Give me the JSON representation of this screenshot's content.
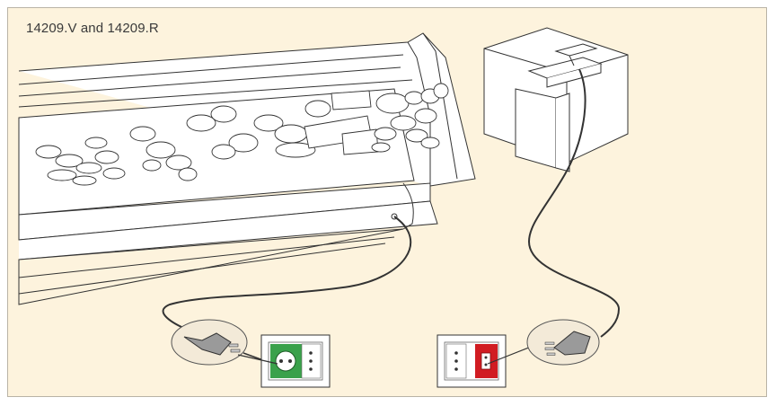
{
  "title": "14209.V and 14209.R",
  "colors": {
    "background": "#fdf3dd",
    "green_socket": "#3aa14b",
    "red_socket": "#d11c22"
  },
  "icons": [
    "display-counter",
    "weighing-scale",
    "schuko-plug",
    "swiss-plug",
    "green-schuko-socket",
    "red-swiss-socket"
  ]
}
